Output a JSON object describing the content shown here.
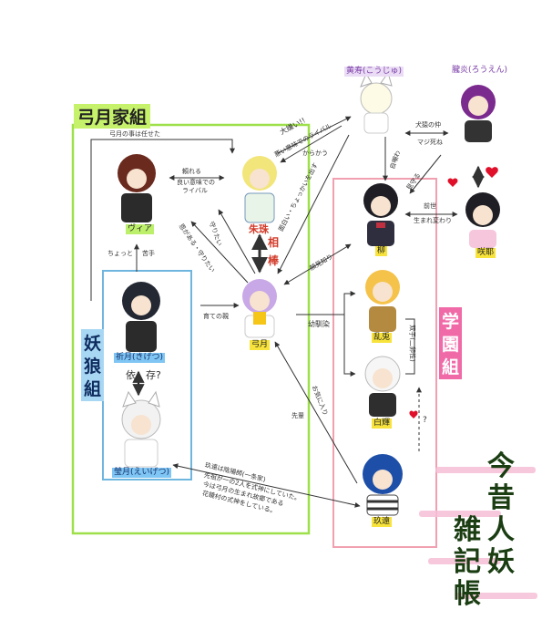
{
  "groups": {
    "yumizuki": "弓月家組",
    "yourou_1": "妖",
    "yourou_2": "狼",
    "yourou_3": "組",
    "gakuen_1": "学",
    "gakuen_2": "園",
    "gakuen_3": "組"
  },
  "title": {
    "col1_1": "今",
    "col1_2": "昔",
    "col1_3": "人",
    "col1_4": "妖",
    "col2_1": "雑",
    "col2_2": "記",
    "col2_3": "帳"
  },
  "characters": {
    "kouju": "黄寿(こうじゅ)",
    "rouen": "朧炎(ろうえん)",
    "shuju": "朱珠",
    "via": "ヴィア",
    "yumizuki": "弓月",
    "yanagi": "柳",
    "sakuya": "咲耶",
    "kigetsu": "祈月(きげつ)",
    "eigetsu": "瑩月(えいげつ)",
    "ranshi": "乱兎",
    "hakki": "白輝",
    "genjuku": "玖遠"
  },
  "labels": {
    "yumizuki_no_koto": "弓月の事は任せた",
    "tanomeru": "頼れる",
    "yoi_imi_rival_1": "良い意味での",
    "yoi_imi_rival_2": "ライバル",
    "daikirai": "大嫌い!!",
    "warui_imi_rival": "悪い意味でのライバル",
    "karakau": "からかう",
    "kenen_no_naka": "犬猿の仲",
    "maji_shine": "マジ死ね",
    "jigyou": "自嘲わ",
    "mimamoru": "見守る",
    "omoshiroi": "面白い・ちょっかいを出す",
    "zense": "前世",
    "umarekawari": "生まれ変わり",
    "mamoritai": "守りたい",
    "on_ga_aru": "恩がある・守りたい",
    "sou": "相",
    "bou": "棒",
    "kaomishiri": "顔見知り",
    "chotto": "ちょっと",
    "nigate": "苦手",
    "sodate_no_oya": "育ての親",
    "osananajimi": "幼馴染",
    "futago": "双子(二卵性)",
    "izon": "依",
    "son": "存?",
    "okiniiri": "お気に入り",
    "senpai": "先輩",
    "heart_q": "?",
    "note_1": "玖遠は陰陽師(一条家)",
    "note_2": "先祖が一の2人を式神にしていた。",
    "note_3": "今は弓月の生まれ故郷である",
    "note_4": "花鏡村の式神をしている。"
  },
  "colors": {
    "green_box": "#9ee04a",
    "blue_box": "#6fb6df",
    "pink_box": "#f0a0b0",
    "heart": "#e0102a"
  }
}
